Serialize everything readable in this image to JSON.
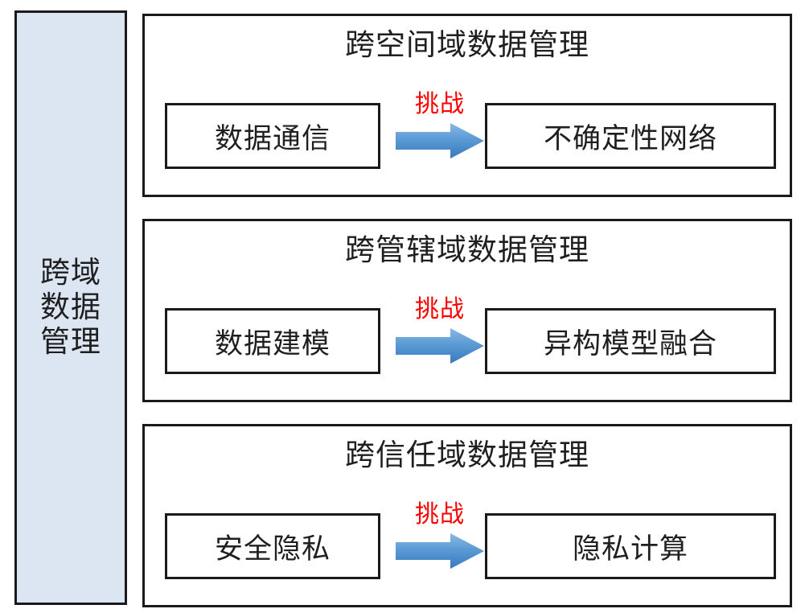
{
  "diagram": {
    "title": "跨域数据管理",
    "category": {
      "label": "跨域\n数据\n管理",
      "fill_color": "#dce6f2",
      "border_color": "#1a1a1a"
    },
    "challenge_color": "#ff0000",
    "arrow_color_top": "#7fb0e0",
    "arrow_color_bottom": "#3d7cc2",
    "groups": [
      {
        "title": "跨空间域数据管理",
        "source": "数据通信",
        "relation": "挑战",
        "target": "不确定性网络"
      },
      {
        "title": "跨管辖域数据管理",
        "source": "数据建模",
        "relation": "挑战",
        "target": "异构模型融合"
      },
      {
        "title": "跨信任域数据管理",
        "source": "安全隐私",
        "relation": "挑战",
        "target": "隐私计算"
      }
    ]
  }
}
